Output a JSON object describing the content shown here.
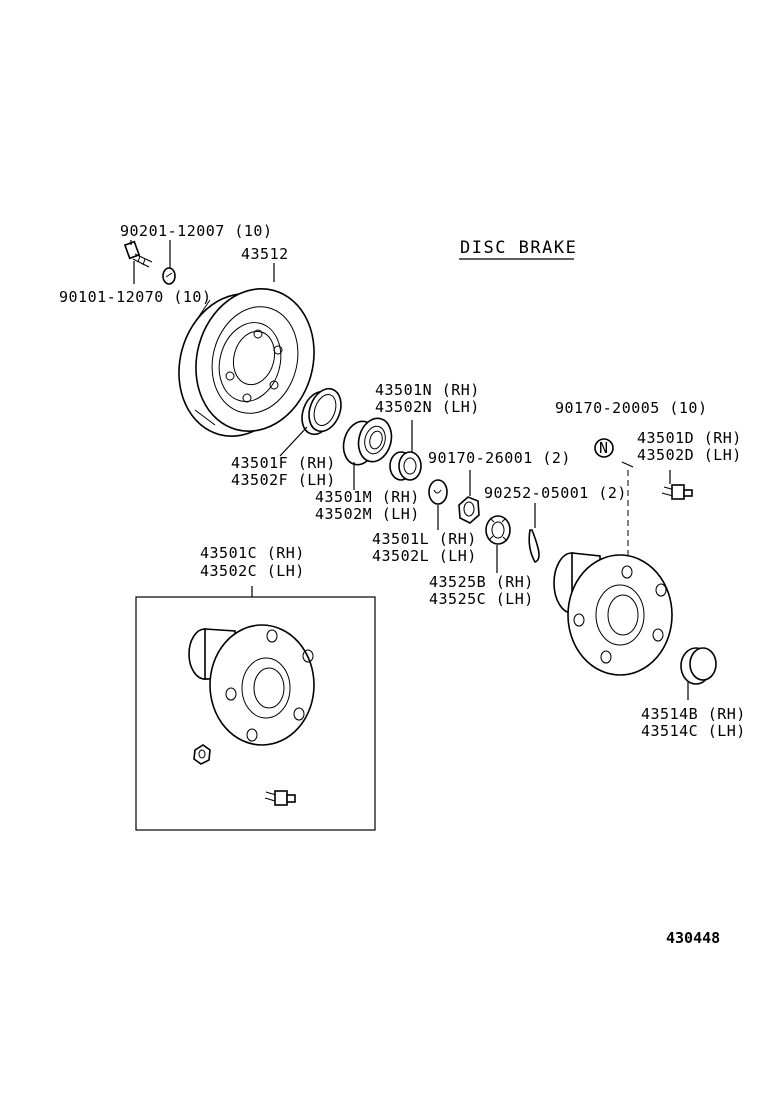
{
  "title": "DISC BRAKE",
  "figure_number": "430448",
  "callouts": {
    "bolt_washer": "90201-12007 (10)",
    "bolt": "90101-12070 (10)",
    "rotor": "43512",
    "inner_seal_rh": "43501N (RH)",
    "inner_seal_lh": "43502N (LH)",
    "outer_seal_rh": "43501F (RH)",
    "outer_seal_lh": "43502F (LH)",
    "bearing_m_rh": "43501M (RH)",
    "bearing_m_lh": "43502M (LH)",
    "washer_l_rh": "43501L (RH)",
    "washer_l_lh": "43502L (LH)",
    "nut": "90170-26001 (2)",
    "cotter_pin": "90252-05001 (2)",
    "lock_cap_rh": "43525B (RH)",
    "lock_cap_lh": "43525C (LH)",
    "hub_nut": "90170-20005 (10)",
    "hub_nut_mark": "N",
    "hub_bolt_rh": "43501D (RH)",
    "hub_bolt_lh": "43502D (LH)",
    "grease_cap_rh": "43514B (RH)",
    "grease_cap_lh": "43514C (LH)",
    "hub_assy_rh": "43501C (RH)",
    "hub_assy_lh": "43502C (LH)"
  }
}
